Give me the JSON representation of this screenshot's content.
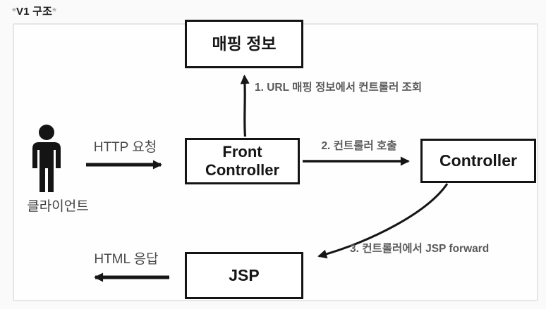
{
  "title": {
    "prefix": "*",
    "text": "V1 구조",
    "suffix": "*"
  },
  "diagram": {
    "nodes": {
      "mapping_info": {
        "label": "매핑 정보"
      },
      "front_controller": {
        "label": "Front Controller"
      },
      "controller": {
        "label": "Controller"
      },
      "jsp": {
        "label": "JSP"
      },
      "client": {
        "label": "클라이언트",
        "icon": "person-icon"
      }
    },
    "edges": [
      {
        "label": "HTTP 요청",
        "from": "client",
        "to": "front_controller",
        "direction": "right"
      },
      {
        "label": "1. URL 매핑 정보에서 컨트롤러 조회",
        "from": "front_controller",
        "to": "mapping_info",
        "direction": "up"
      },
      {
        "label": "2. 컨트롤러 호출",
        "from": "front_controller",
        "to": "controller",
        "direction": "right"
      },
      {
        "label": "3. 컨트롤러에서 JSP forward",
        "from": "controller",
        "to": "jsp",
        "direction": "curve-down-left"
      },
      {
        "label": "HTML 응답",
        "from": "jsp",
        "to": "client",
        "direction": "left"
      }
    ],
    "colors": {
      "box_border": "#141414",
      "box_background": "#ffffff",
      "arrow": "#161616",
      "step_label": "#5a5a5a",
      "plain_label": "#4a4a4a",
      "canvas_border": "#e6e6e6",
      "page_background": "#fafafa"
    }
  }
}
